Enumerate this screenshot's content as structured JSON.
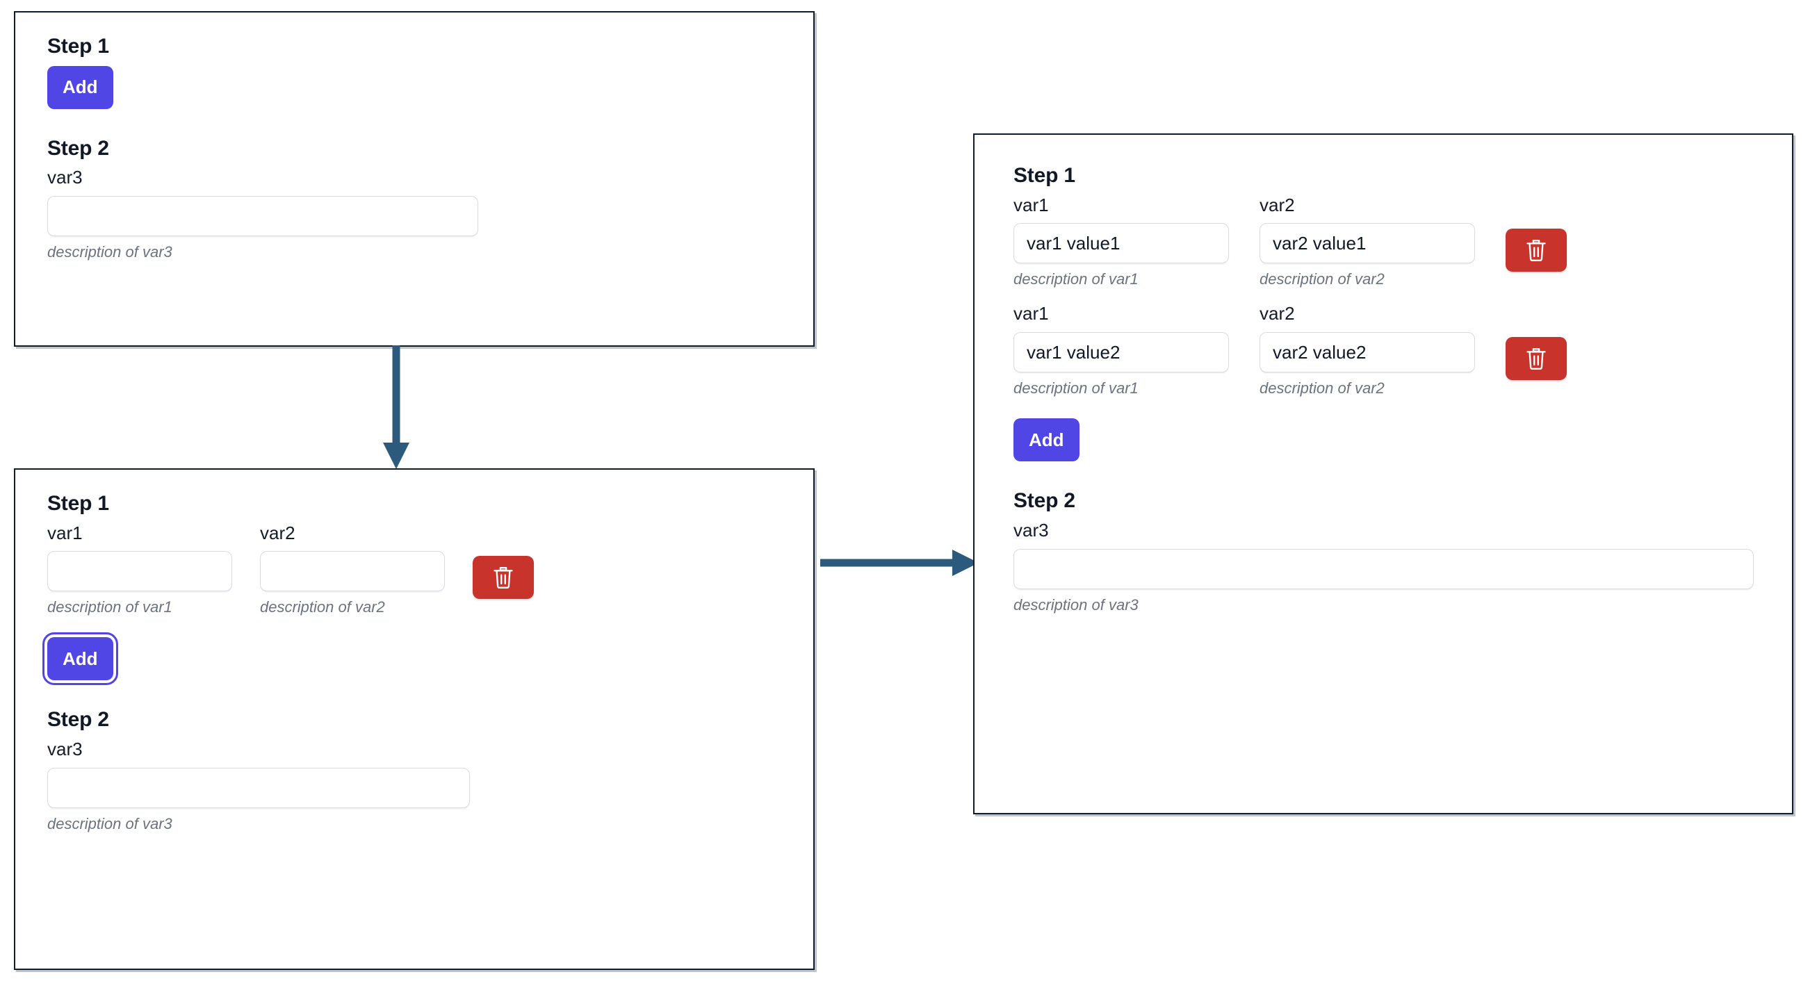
{
  "accent": {
    "primary": "#4f46e5",
    "danger": "#c8342c",
    "arrow": "#2b5a7d",
    "panel_border": "#101c2c",
    "label_text": "#141b2b",
    "description_text": "#6b7280"
  },
  "labels": {
    "step1": "Step 1",
    "step2": "Step 2",
    "var1": "var1",
    "var2": "var2",
    "var3": "var3",
    "desc_var1": "description of var1",
    "desc_var2": "description of var2",
    "desc_var3": "description of var3",
    "add": "Add",
    "delete_icon": "trash-icon"
  },
  "panel_top_left": {
    "step1": {
      "heading": "Step 1",
      "add_label": "Add",
      "rows": []
    },
    "step2": {
      "heading": "Step 2",
      "var3": {
        "label": "var3",
        "value": "",
        "placeholder": "",
        "description": "description of var3"
      }
    }
  },
  "panel_bottom_left": {
    "step1": {
      "heading": "Step 1",
      "add_label": "Add",
      "add_focused": true,
      "rows": [
        {
          "var1": {
            "label": "var1",
            "value": "",
            "placeholder": "",
            "description": "description of var1"
          },
          "var2": {
            "label": "var2",
            "value": "",
            "placeholder": "",
            "description": "description of var2"
          },
          "delete_label": "trash-icon"
        }
      ]
    },
    "step2": {
      "heading": "Step 2",
      "var3": {
        "label": "var3",
        "value": "",
        "placeholder": "",
        "description": "description of var3"
      }
    }
  },
  "panel_right": {
    "step1": {
      "heading": "Step 1",
      "add_label": "Add",
      "add_focused": false,
      "rows": [
        {
          "var1": {
            "label": "var1",
            "value": "var1 value1",
            "placeholder": "",
            "description": "description of var1"
          },
          "var2": {
            "label": "var2",
            "value": "var2 value1",
            "placeholder": "",
            "description": "description of var2"
          },
          "delete_label": "trash-icon"
        },
        {
          "var1": {
            "label": "var1",
            "value": "var1 value2",
            "placeholder": "",
            "description": "description of var1"
          },
          "var2": {
            "label": "var2",
            "value": "var2 value2",
            "placeholder": "",
            "description": "description of var2"
          },
          "delete_label": "trash-icon"
        }
      ]
    },
    "step2": {
      "heading": "Step 2",
      "var3": {
        "label": "var3",
        "value": "",
        "placeholder": "",
        "description": "description of var3"
      }
    }
  },
  "arrows": [
    {
      "name": "arrow-top-left-to-bottom-left",
      "direction": "down"
    },
    {
      "name": "arrow-bottom-left-to-right",
      "direction": "right"
    }
  ]
}
